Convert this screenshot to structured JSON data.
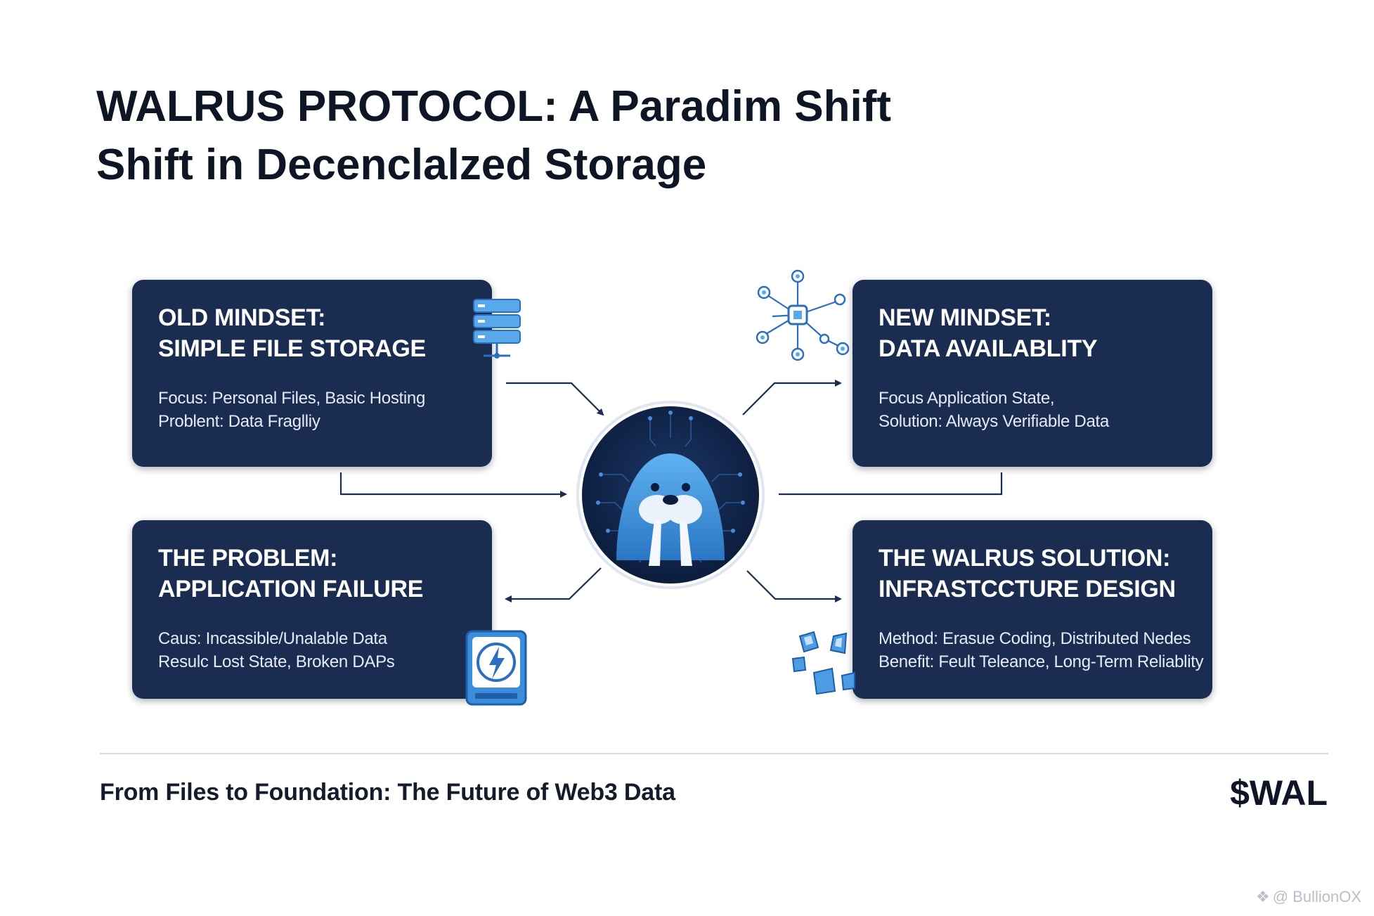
{
  "title": {
    "line1": "WALRUS PROTOCOL: A Paradim Shift",
    "line2": "Shift in Decenclalzed Storage"
  },
  "cards": {
    "old": {
      "heading1": "OLD MINDSET:",
      "heading2": "SIMPLE FILE STORAGE",
      "line1": "Focus: Personal Files, Basic Hosting",
      "line2": "Problent: Data Fraglliy"
    },
    "new": {
      "heading1": "NEW MINDSET:",
      "heading2": "DATA AVAILABLITY",
      "line1": "Focus Application State,",
      "line2": "Solution: Always Verifiable Data"
    },
    "problem": {
      "heading1": "THE PROBLEM:",
      "heading2": "APPLICATION FAILURE",
      "line1": "Caus: Incassible/Unalable Data",
      "line2": "Resulc Lost State, Broken DAPs"
    },
    "solution": {
      "heading1": "THE WALRUS SOLUTION:",
      "heading2": "INFRASTCCTURE DESIGN",
      "line1": "Method: Erasue Coding, Distributed Nedes",
      "line2": "Benefit: Feult Teleance, Long-Term Reliablity"
    }
  },
  "footer": {
    "tagline": "From Files to Foundation: The Future of Web3 Data",
    "ticker": "$WAL"
  },
  "watermark": "@ BullionOX",
  "icons": {
    "center": "walrus-circuit-icon",
    "old": "server-stack-icon",
    "new": "network-nodes-icon",
    "problem": "failed-drive-icon",
    "solution": "fragments-icon"
  },
  "colors": {
    "card_bg": "#1a2c50",
    "accent_blue": "#3d8fd8",
    "dark_navy": "#0f2347",
    "title_text": "#0e1524"
  }
}
